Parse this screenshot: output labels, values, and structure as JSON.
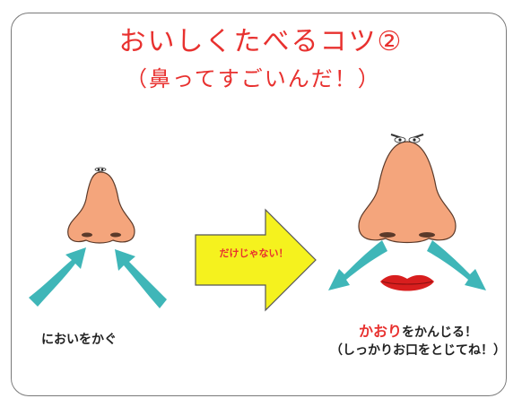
{
  "title": "おいしくたべるコツ②",
  "subtitle": "（鼻ってすごいんだ！）",
  "center_arrow": {
    "label": "だけじゃない！"
  },
  "left_caption": "においをかぐ",
  "right_caption": {
    "accent": "かおり",
    "line1_rest": "をかんじる！",
    "line2": "（しっかりお口をとじてね！）"
  },
  "colors": {
    "title_red": "#e8312f",
    "skin": "#f4a57c",
    "teal_arrow": "#3fb6b8",
    "yellow_arrow": "#f5f21e",
    "lips": "#d81e1e"
  }
}
